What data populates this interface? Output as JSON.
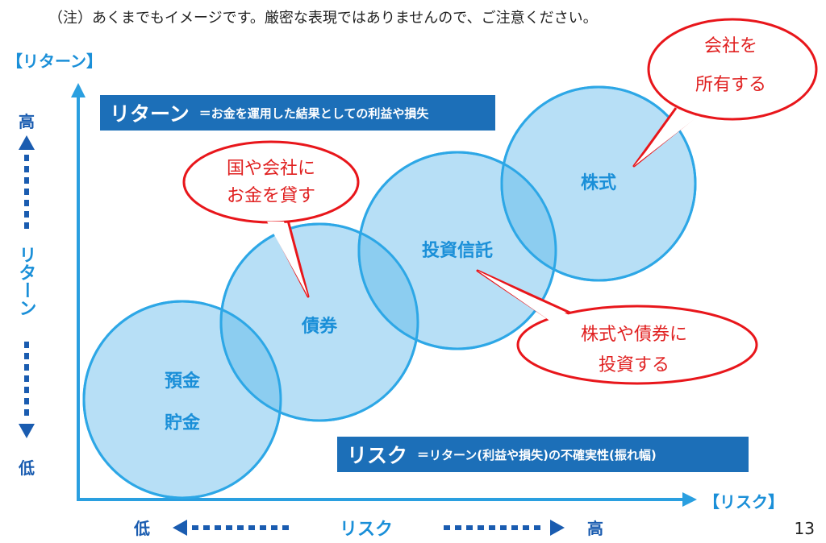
{
  "note": "（注）あくまでもイメージです。厳密な表現ではありませんので、ご注意ください。",
  "return_box": {
    "term": "リターン",
    "definition": "＝お金を運用した結果としての利益や損失"
  },
  "risk_box": {
    "term": "リスク",
    "definition": "＝リターン(利益や損失)の不確実性(振れ幅)"
  },
  "y_axis": {
    "bracket_label": "【リターン】",
    "high": "高",
    "low": "低",
    "middle": "リターン"
  },
  "x_axis": {
    "bracket_label": "【リスク】",
    "high": "高",
    "low": "低",
    "middle": "リスク"
  },
  "circles": [
    {
      "lines": [
        "預金",
        "貯金"
      ]
    },
    {
      "lines": [
        "債券"
      ]
    },
    {
      "lines": [
        "投資信託"
      ]
    },
    {
      "lines": [
        "株式"
      ]
    }
  ],
  "callouts": [
    {
      "lines": [
        "国や会社に",
        "お金を貸す"
      ]
    },
    {
      "lines": [
        "株式や債券に",
        "投資する"
      ]
    },
    {
      "lines": [
        "会社を",
        "所有する"
      ]
    }
  ],
  "page_number": "13",
  "colors": {
    "axis": "#2a9fe0",
    "circle_fill": "#b7dff6",
    "circle_stroke": "#2da7e6",
    "overlap": "#8ccdf0",
    "box_bg": "#1c6fb8",
    "callout_stroke": "#e8161b",
    "callout_text": "#e02020",
    "dark_blue": "#1a5cb0"
  }
}
